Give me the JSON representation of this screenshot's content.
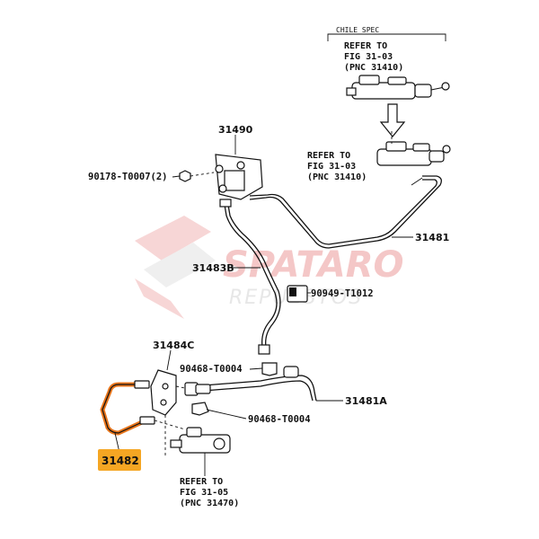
{
  "watermark": {
    "brand": "SPATARO",
    "sub": "REPUESTOS"
  },
  "chile_spec": "CHILE SPEC",
  "refs": [
    {
      "id": "ref1",
      "lines": [
        "REFER TO",
        "FIG 31-03",
        "(PNC 31410)"
      ]
    },
    {
      "id": "ref2",
      "lines": [
        "REFER TO",
        "FIG 31-03",
        "(PNC 31410)"
      ]
    },
    {
      "id": "ref3",
      "lines": [
        "REFER TO",
        "FIG 31-05",
        "(PNC 31470)"
      ]
    }
  ],
  "parts": {
    "p31490": "31490",
    "p90178": "90178-T0007(2)",
    "p31481": "31481",
    "p31483B": "31483B",
    "p90949": "90949-T1012",
    "p31484C": "31484C",
    "p90468a": "90468-T0004",
    "p31481A": "31481A",
    "p90468b": "90468-T0004",
    "p31482": "31482"
  },
  "colors": {
    "highlight_pipe": "#e8761c",
    "highlight_label": "#f5a623",
    "watermark_red": "#f4c7c7"
  }
}
